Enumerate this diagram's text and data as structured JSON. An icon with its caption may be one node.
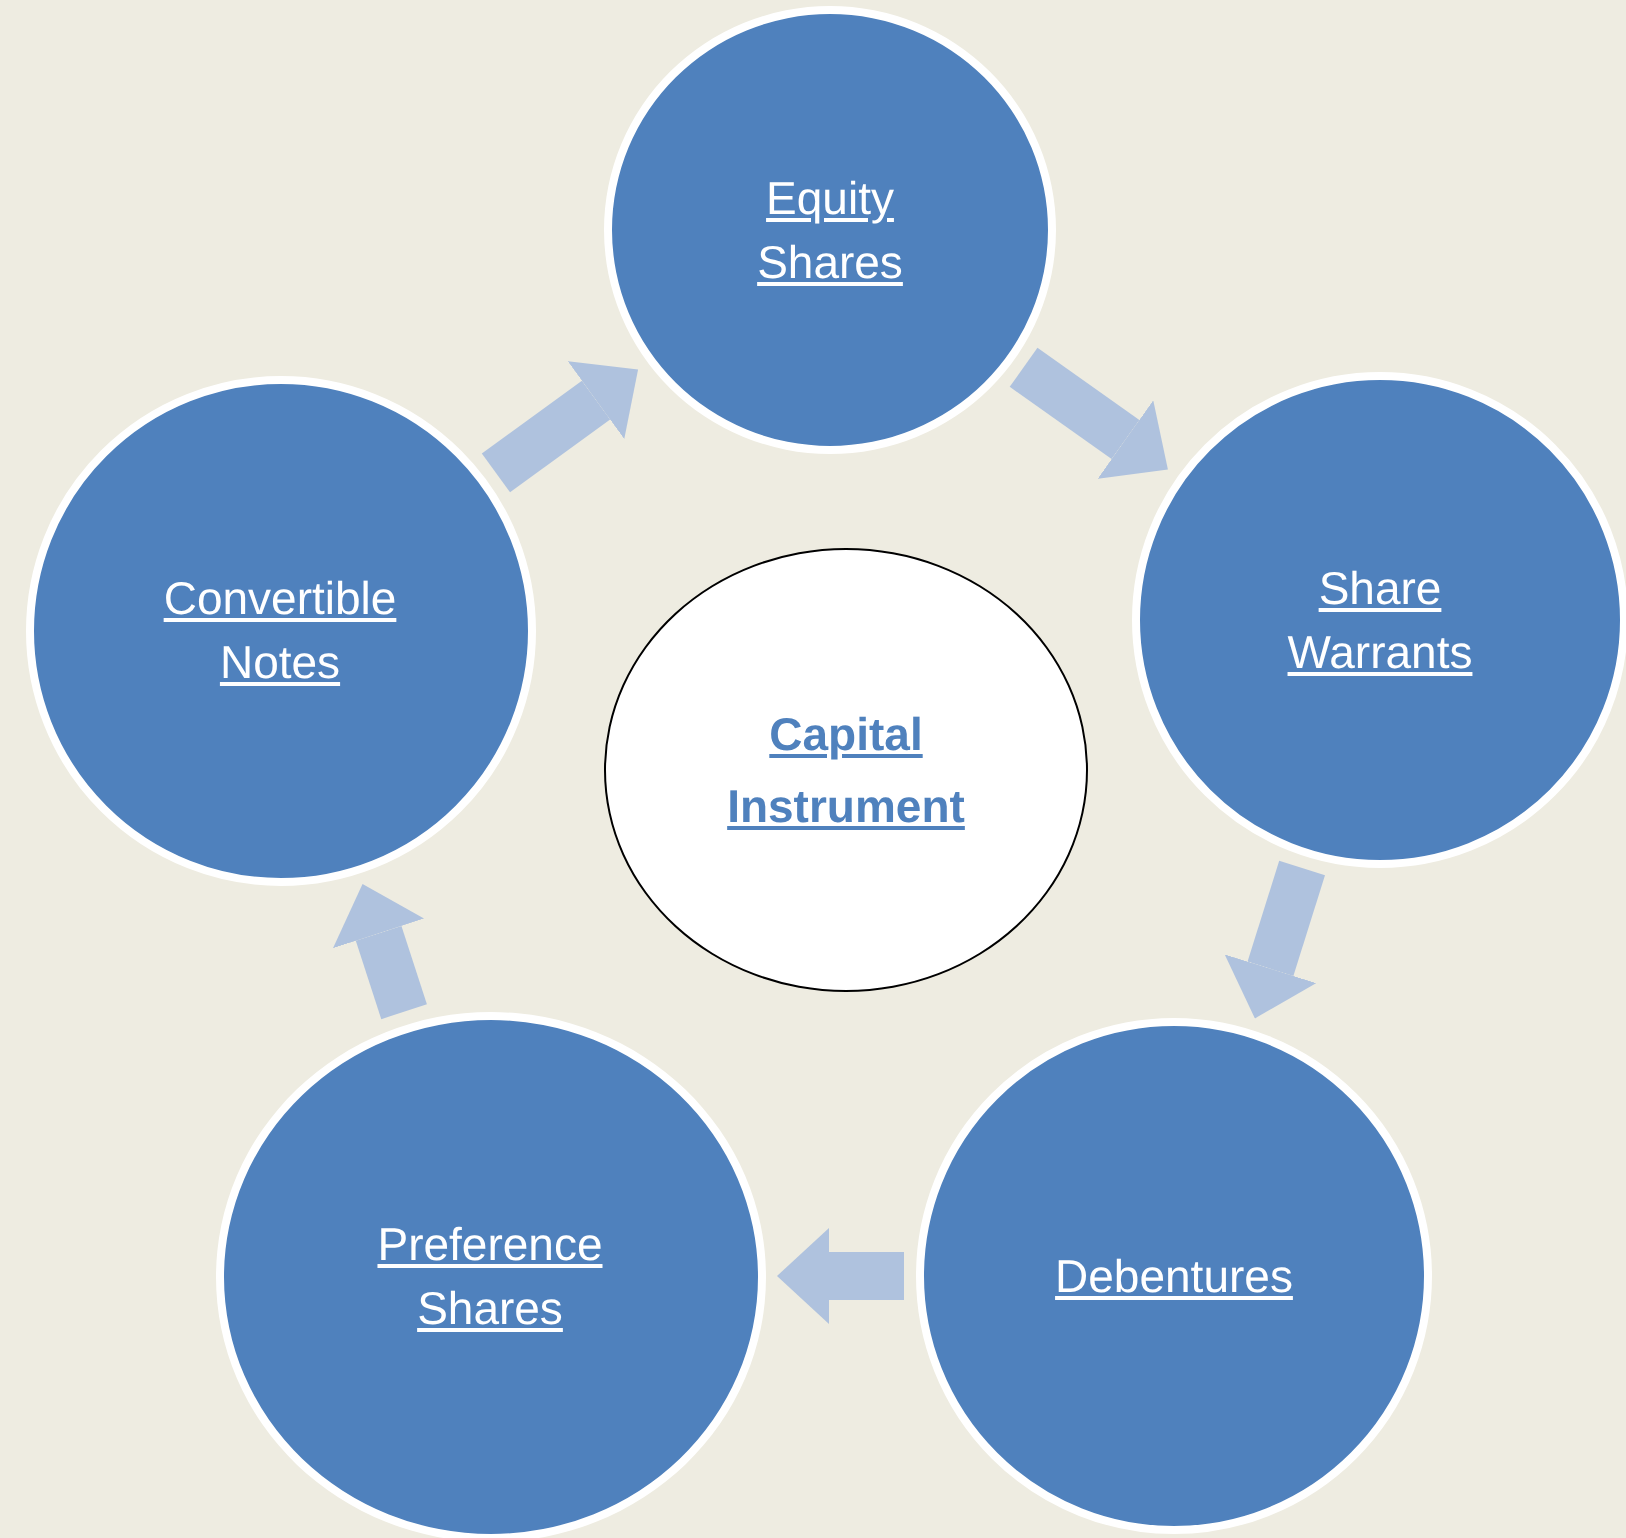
{
  "diagram": {
    "nodes": [
      {
        "text": [
          "Equity Shares"
        ]
      },
      {
        "text": [
          "Share Warrants"
        ]
      },
      {
        "text": [
          "Debentures"
        ]
      },
      {
        "text": [
          "Preference Shares"
        ]
      },
      {
        "text": [
          "Convertible Notes"
        ]
      },
      {
        "text": [
          "Capital Instrument"
        ]
      }
    ],
    "edges": [
      {
        "from": 0,
        "to": 1,
        "arrow": "to"
      },
      {
        "from": 1,
        "to": 2,
        "arrow": "to"
      },
      {
        "from": 2,
        "to": 3,
        "arrow": "to"
      },
      {
        "from": 3,
        "to": 4,
        "arrow": "to"
      },
      {
        "from": 4,
        "to": 0,
        "arrow": "to"
      }
    ]
  }
}
